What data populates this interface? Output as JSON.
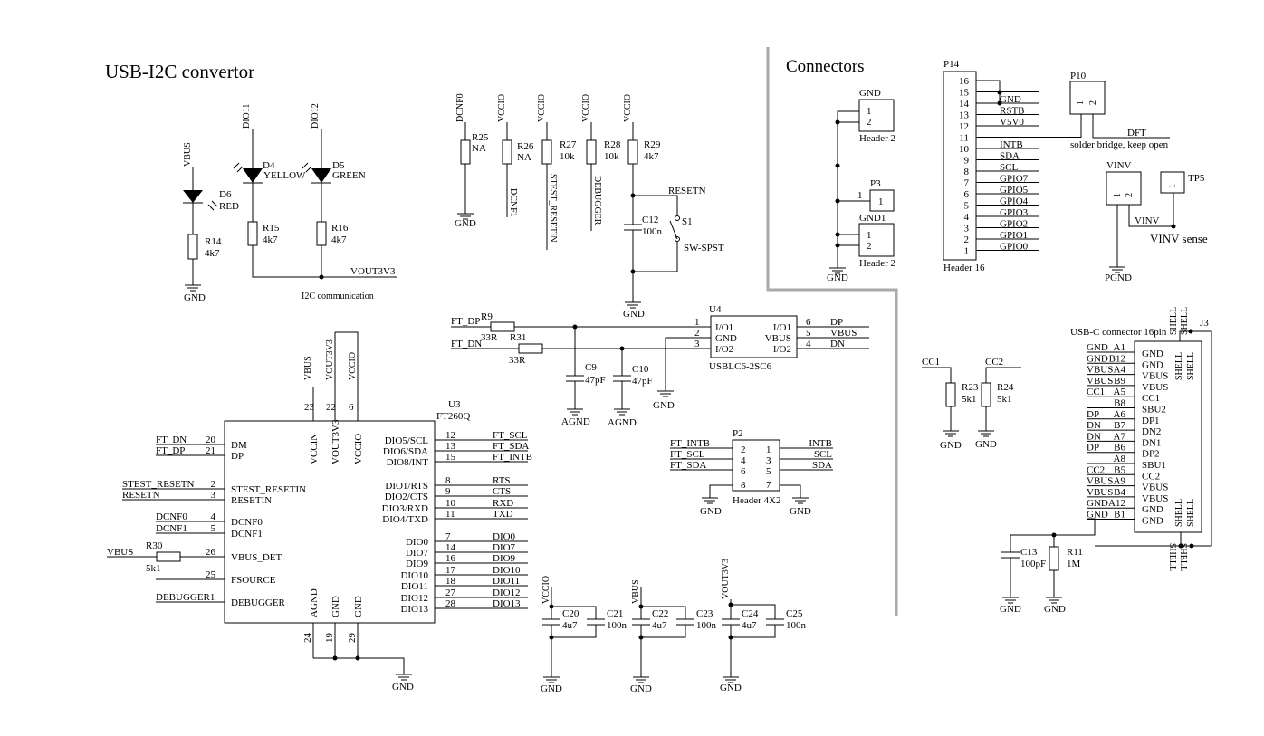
{
  "titles": {
    "usb_i2c": "USB-I2C convertor",
    "connectors": "Connectors",
    "i2c_comm": "I2C communication",
    "solder_bridge": "solder bridge, keep open",
    "vinv_sense": "VINV sense",
    "usbc_conn": "USB-C connector 16pin"
  },
  "led_section": {
    "dio11": "DIO11",
    "dio12": "DIO12",
    "vbus": "VBUS",
    "d4": "D4",
    "d4_color": "YELLOW",
    "d5": "D5",
    "d5_color": "GREEN",
    "d6": "D6",
    "d6_color": "RED",
    "r15": "R15",
    "r15_val": "4k7",
    "r16": "R16",
    "r16_val": "4k7",
    "r14": "R14",
    "r14_val": "4k7",
    "gnd": "GND",
    "vout3v3": "VOUT3V3"
  },
  "pullups": {
    "r25_net": "DCNF0",
    "r26_net": "VCCIO",
    "r27_net": "VCCIO",
    "r28_net": "VCCIO",
    "r29_net": "VCCIO",
    "r25": "R25",
    "r25_val": "NA",
    "r26": "R26",
    "r26_val": "NA",
    "r27": "R27",
    "r27_val": "10k",
    "r28": "R28",
    "r28_val": "10k",
    "r29": "R29",
    "r29_val": "4k7",
    "gnd": "GND",
    "dcnf1": "DCNF1",
    "stest": "STEST_RESETIN",
    "debugger": "DEBUGGER",
    "resetn": "RESETN",
    "c12": "C12",
    "c12_val": "100n",
    "s1": "S1",
    "s1_type": "SW-SPST",
    "gnd2": "GND"
  },
  "esd": {
    "ft_dp": "FT_DP",
    "ft_dn": "FT_DN",
    "r9": "R9",
    "r9_val": "33R",
    "r31": "R31",
    "r31_val": "33R",
    "u4": "U4",
    "u4_part": "USBLC6-2SC6",
    "io1": "I/O1",
    "gnd_pin": "GND",
    "io2": "I/O2",
    "io1r": "I/O1",
    "vbus_pin": "VBUS",
    "io2r": "I/O2",
    "p1": "1",
    "p2": "2",
    "p3": "3",
    "p6": "6",
    "p5": "5",
    "p4": "4",
    "dp": "DP",
    "vbus": "VBUS",
    "dn": "DN",
    "c9": "C9",
    "c9_val": "47pF",
    "c10": "C10",
    "c10_val": "47pF",
    "agnd1": "AGND",
    "agnd2": "AGND",
    "gnd": "GND"
  },
  "u3": {
    "ref": "U3",
    "part": "FT260Q",
    "left_pins": [
      {
        "net": "FT_DN",
        "num": "20",
        "name": "DM"
      },
      {
        "net": "FT_DP",
        "num": "21",
        "name": "DP"
      },
      {
        "net": "STEST_RESETN",
        "num": "2",
        "name": "STEST_RESETIN"
      },
      {
        "net": "RESETN",
        "num": "3",
        "name": "RESETIN"
      },
      {
        "net": "DCNF0",
        "num": "4",
        "name": "DCNF0"
      },
      {
        "net": "DCNF1",
        "num": "5",
        "name": "DCNF1"
      },
      {
        "net": "VBUS",
        "num": "26",
        "name": "VBUS_DET"
      },
      {
        "net": "",
        "num": "25",
        "name": "FSOURCE"
      },
      {
        "net": "DEBUGGER1",
        "num": "",
        "name": "DEBUGGER"
      }
    ],
    "right_pins": [
      {
        "name": "DIO5/SCL",
        "num": "12",
        "net": "FT_SCL"
      },
      {
        "name": "DIO6/SDA",
        "num": "13",
        "net": "FT_SDA"
      },
      {
        "name": "DIO8/INT",
        "num": "15",
        "net": "FT_INTB"
      },
      {
        "name": "DIO1/RTS",
        "num": "8",
        "net": "RTS"
      },
      {
        "name": "DIO2/CTS",
        "num": "9",
        "net": "CTS"
      },
      {
        "name": "DIO3/RXD",
        "num": "10",
        "net": "RXD"
      },
      {
        "name": "DIO4/TXD",
        "num": "11",
        "net": "TXD"
      },
      {
        "name": "DIO0",
        "num": "7",
        "net": "DIO0"
      },
      {
        "name": "DIO7",
        "num": "14",
        "net": "DIO7"
      },
      {
        "name": "DIO9",
        "num": "16",
        "net": "DIO9"
      },
      {
        "name": "DIO10",
        "num": "17",
        "net": "DIO10"
      },
      {
        "name": "DIO11",
        "num": "18",
        "net": "DIO11"
      },
      {
        "name": "DIO12",
        "num": "27",
        "net": "DIO12"
      },
      {
        "name": "DIO13",
        "num": "28",
        "net": "DIO13"
      }
    ],
    "top_pins": [
      {
        "net": "VBUS",
        "num": "23",
        "name": "VCCIN"
      },
      {
        "net": "VOUT3V3",
        "num": "22",
        "name": "VOUT3V3"
      },
      {
        "net": "VCCIO",
        "num": "6",
        "name": "VCCIO"
      }
    ],
    "bottom_pins": [
      {
        "num": "24",
        "name": "AGND"
      },
      {
        "num": "19",
        "name": "GND"
      },
      {
        "num": "29",
        "name": "GND"
      }
    ],
    "r30": "R30",
    "r30_val": "5k1",
    "gnd": "GND"
  },
  "decoupling": {
    "vccio": "VCCIO",
    "vbus": "VBUS",
    "vout3v3": "VOUT3V3",
    "c20": "C20",
    "c20_val": "4u7",
    "c21": "C21",
    "c21_val": "100n",
    "c22": "C22",
    "c22_val": "4u7",
    "c23": "C23",
    "c23_val": "100n",
    "c24": "C24",
    "c24_val": "4u7",
    "c25": "C25",
    "c25_val": "100n",
    "gnd": "GND"
  },
  "p2": {
    "ref": "P2",
    "part": "Header 4X2",
    "left": [
      {
        "net": "FT_INTB",
        "num": "2"
      },
      {
        "net": "FT_SCL",
        "num": "4"
      },
      {
        "net": "FT_SDA",
        "num": "6"
      },
      {
        "net": "",
        "num": "8"
      }
    ],
    "right": [
      {
        "num": "1",
        "net": "INTB"
      },
      {
        "num": "3",
        "net": "SCL"
      },
      {
        "num": "5",
        "net": "SDA"
      },
      {
        "num": "7",
        "net": ""
      }
    ],
    "gnd": "GND"
  },
  "connectors": {
    "hdr1_net": "GND",
    "hdr1_p1": "1",
    "hdr1_p2": "2",
    "hdr1_part": "Header 2",
    "p3": "P3",
    "p3_pin": "1",
    "p3_pin_num": "1",
    "gnd1": "GND1",
    "hdr2_p1": "1",
    "hdr2_p2": "2",
    "hdr2_part": "Header 2",
    "gnd": "GND"
  },
  "p14": {
    "ref": "P14",
    "part": "Header 16",
    "pins": [
      {
        "num": "16",
        "net": ""
      },
      {
        "num": "15",
        "net": ""
      },
      {
        "num": "14",
        "net": "GND"
      },
      {
        "num": "13",
        "net": "RSTB"
      },
      {
        "num": "12",
        "net": "V5V0"
      },
      {
        "num": "11",
        "net": ""
      },
      {
        "num": "10",
        "net": "INTB"
      },
      {
        "num": "9",
        "net": "SDA"
      },
      {
        "num": "8",
        "net": "SCL"
      },
      {
        "num": "7",
        "net": "GPIO7"
      },
      {
        "num": "6",
        "net": "GPIO5"
      },
      {
        "num": "5",
        "net": "GPIO4"
      },
      {
        "num": "4",
        "net": "GPIO3"
      },
      {
        "num": "3",
        "net": "GPIO2"
      },
      {
        "num": "2",
        "net": "GPIO1"
      },
      {
        "num": "1",
        "net": "GPIO0"
      }
    ],
    "p10": "P10",
    "p10_p1": "1",
    "p10_p2": "2",
    "dft": "DFT"
  },
  "vinv": {
    "vinv": "VINV",
    "p1": "1",
    "p2": "2",
    "tp5": "TP5",
    "tp5_p": "1",
    "vinv_net": "VINV",
    "pgnd": "PGND"
  },
  "cc": {
    "cc1": "CC1",
    "cc2": "CC2",
    "r23": "R23",
    "r23_val": "5k1",
    "r24": "R24",
    "r24_val": "5k1",
    "gnd1": "GND",
    "gnd2": "GND"
  },
  "usbc": {
    "ref": "J3",
    "pins": [
      {
        "net": "GND",
        "num": "A1",
        "name": "GND"
      },
      {
        "net": "GND",
        "num": "B12",
        "name": "GND"
      },
      {
        "net": "VBUS",
        "num": "A4",
        "name": "VBUS"
      },
      {
        "net": "VBUS",
        "num": "B9",
        "name": "VBUS"
      },
      {
        "net": "CC1",
        "num": "A5",
        "name": "CC1"
      },
      {
        "net": "",
        "num": "B8",
        "name": "SBU2"
      },
      {
        "net": "DP",
        "num": "A6",
        "name": "DP1"
      },
      {
        "net": "DN",
        "num": "B7",
        "name": "DN2"
      },
      {
        "net": "DN",
        "num": "A7",
        "name": "DN1"
      },
      {
        "net": "DP",
        "num": "B6",
        "name": "DP2"
      },
      {
        "net": "",
        "num": "A8",
        "name": "SBU1"
      },
      {
        "net": "CC2",
        "num": "B5",
        "name": "CC2"
      },
      {
        "net": "VBUS",
        "num": "A9",
        "name": "VBUS"
      },
      {
        "net": "VBUS",
        "num": "B4",
        "name": "VBUS"
      },
      {
        "net": "GND",
        "num": "A12",
        "name": "GND"
      },
      {
        "net": "GND",
        "num": "B1",
        "name": "GND"
      }
    ],
    "shell": "SHELL",
    "c13": "C13",
    "c13_val": "100pF",
    "r11": "R11",
    "r11_val": "1M",
    "gnd1": "GND",
    "gnd2": "GND"
  }
}
